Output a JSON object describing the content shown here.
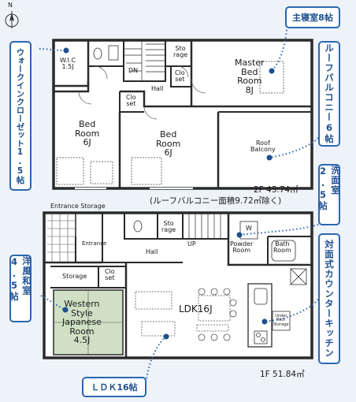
{
  "compass": {
    "north": "N"
  },
  "floor2": {
    "area_label": "2F 43.74㎡",
    "balcony_note": "(ルーフバルコニー面積9.72㎡除く)",
    "rooms": {
      "wic": [
        "W.I.C",
        "1.5J"
      ],
      "storage_top": [
        "Sto",
        "rage"
      ],
      "closet_top": [
        "Clo",
        "set"
      ],
      "master": [
        "Master",
        "Bed",
        "Room",
        "8J"
      ],
      "dn": "DN",
      "hall": "Hall",
      "closet_mid": [
        "Clo",
        "set"
      ],
      "bed_left": [
        "Bed",
        "Room",
        "6J"
      ],
      "bed_right": [
        "Bed",
        "Room",
        "6J"
      ],
      "roof_balcony": [
        "Roof",
        "Balcony"
      ]
    }
  },
  "floor1": {
    "area_label": "1F 51.84㎡",
    "entrance_storage": "Entrance Storage",
    "rooms": {
      "entrance": "Entrance",
      "storage_small": [
        "Sto",
        "rage"
      ],
      "hall": "Hall",
      "up": "UP",
      "powder": [
        "Powder",
        "Room"
      ],
      "w": "W",
      "bath": [
        "Bath",
        "Room"
      ],
      "storage_left": "Storage",
      "closet_left": [
        "Clo",
        "set"
      ],
      "western": [
        "Western",
        "Style",
        "Japanese",
        "Room",
        "4.5J"
      ],
      "ldk": "LDK16J",
      "under_floor": [
        "Under",
        "floor",
        "Storage"
      ]
    }
  },
  "callouts": {
    "master_bedroom": "主寝室8帖",
    "roof_balcony": "ルーフバルコニー6帖",
    "walk_in_closet": "ウォークインクローゼット1.5帖",
    "washroom": "洗面室2.5帖",
    "western_japanese": "洋風和室4.5帖",
    "counter_kitchen": "対面式カウンターキッチン",
    "ldk": "ＬＤＫ16帖"
  },
  "colors": {
    "wall": "#2a2a2a",
    "callout": "#2b67b0",
    "tatami": "#cfe0c4",
    "bg": "#eef3f9",
    "plan": "#ffffff"
  }
}
